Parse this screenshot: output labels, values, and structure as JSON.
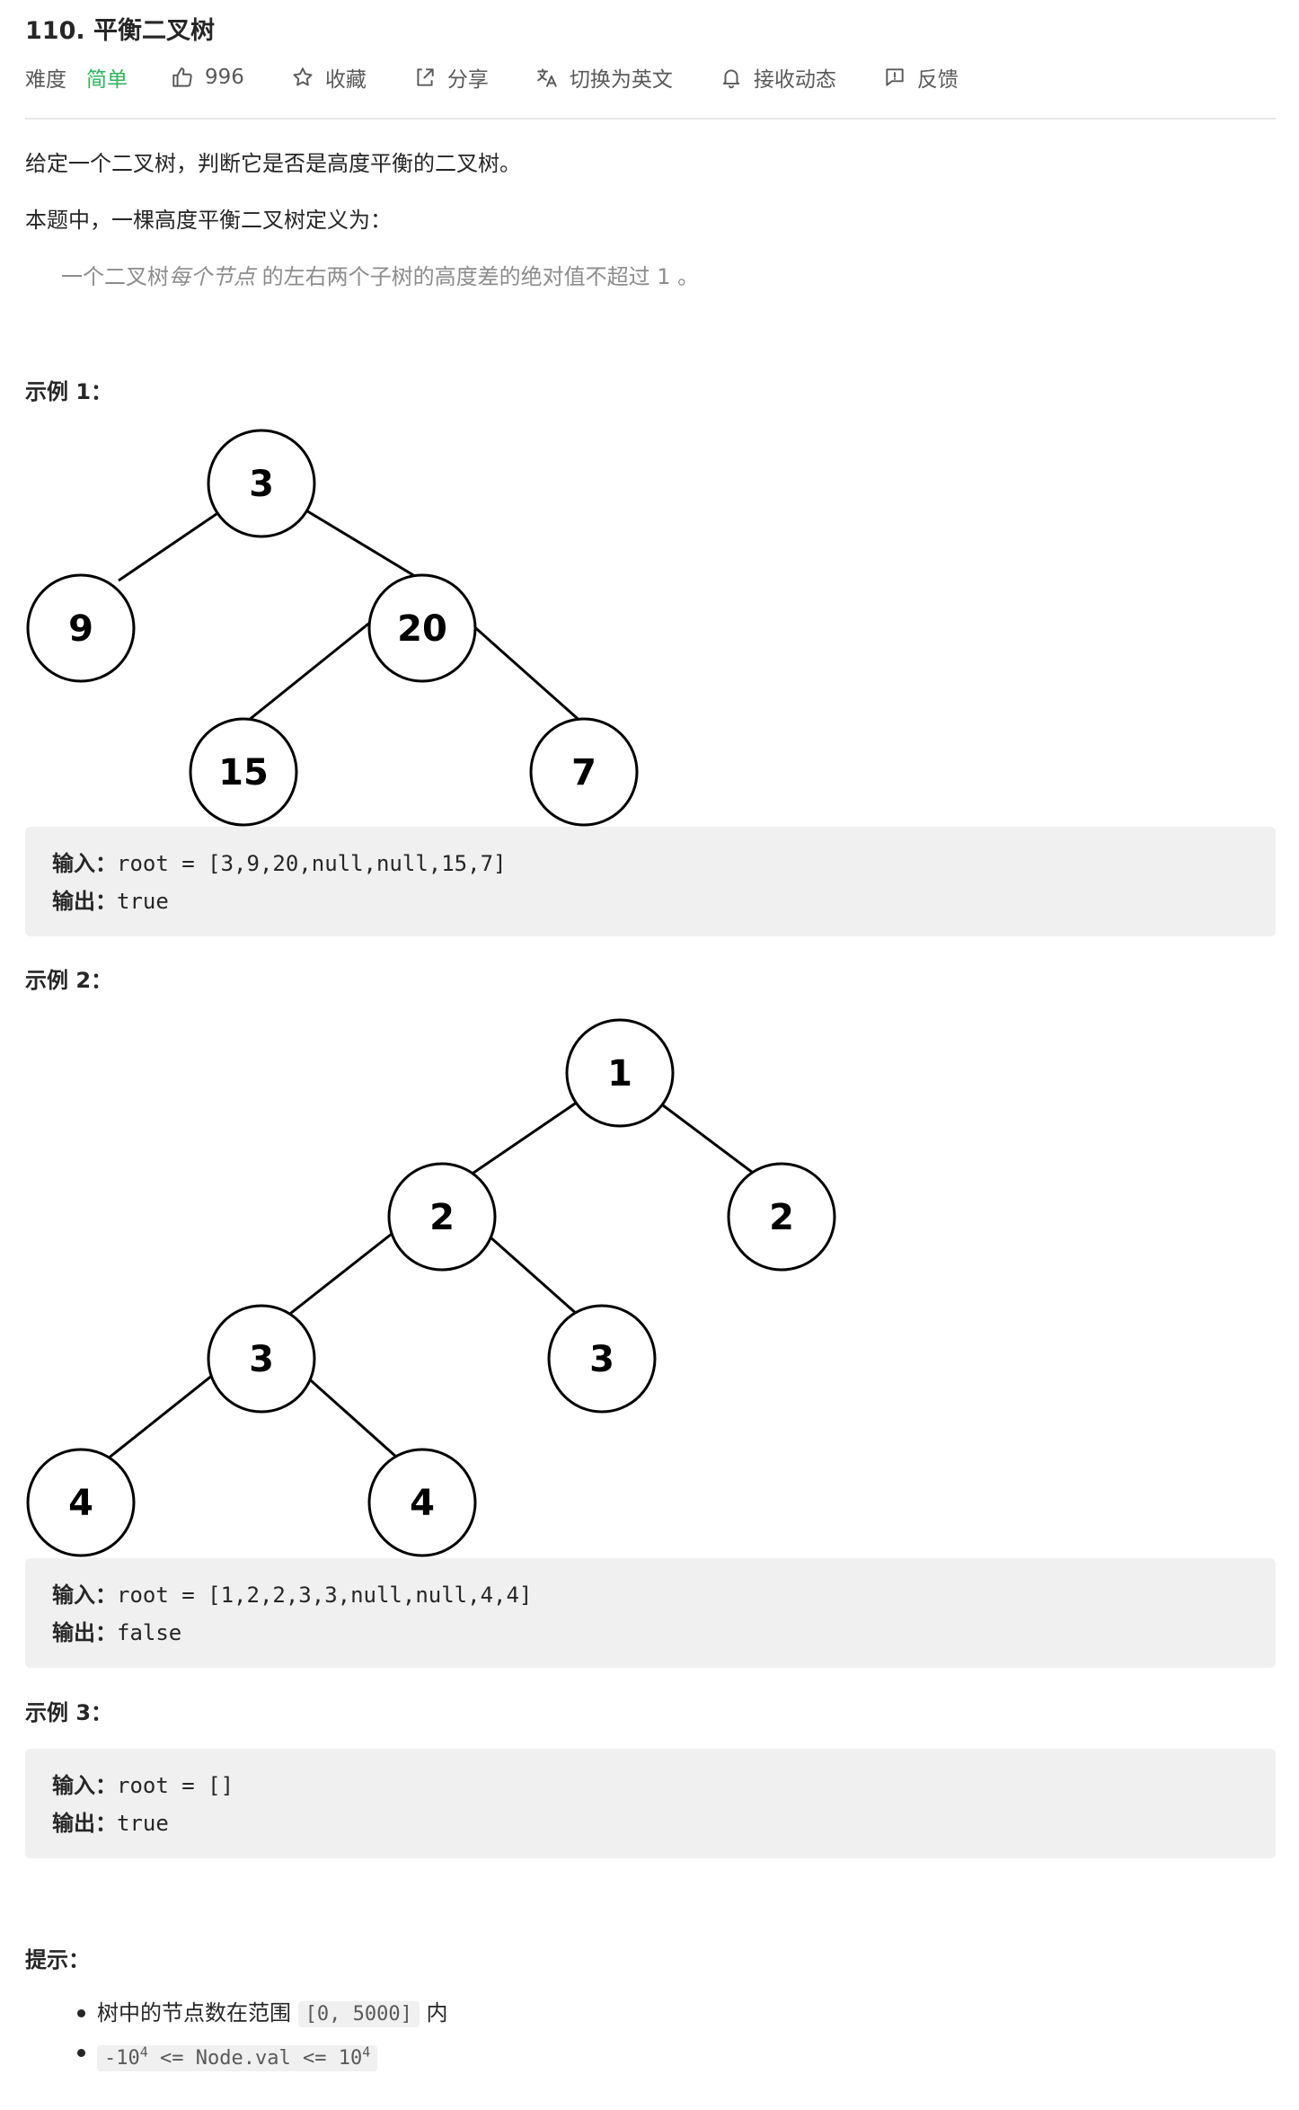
{
  "header": {
    "title": "110. 平衡二叉树",
    "difficulty_label": "难度",
    "difficulty_value": "简单",
    "likes": "996",
    "favorite_label": "收藏",
    "share_label": "分享",
    "switch_lang_label": "切换为英文",
    "notify_label": "接收动态",
    "feedback_label": "反馈"
  },
  "colors": {
    "difficulty_easy": "#2db55d",
    "code_bg": "#f0f0f0",
    "quote_text": "#8c8c8c"
  },
  "description": {
    "p1": "给定一个二叉树，判断它是否是高度平衡的二叉树。",
    "p2": "本题中，一棵高度平衡二叉树定义为：",
    "quote_before": "一个二叉树",
    "quote_em": "每个节点",
    "quote_after": " 的左右两个子树的高度差的绝对值不超过 1 。"
  },
  "examples": [
    {
      "title": "示例 1：",
      "tree_nodes": [
        "3",
        "9",
        "20",
        "15",
        "7"
      ],
      "input_label": "输入：",
      "input_value": "root = [3,9,20,null,null,15,7]",
      "output_label": "输出：",
      "output_value": "true"
    },
    {
      "title": "示例 2：",
      "tree_nodes": [
        "1",
        "2",
        "2",
        "3",
        "3",
        "4",
        "4"
      ],
      "input_label": "输入：",
      "input_value": "root = [1,2,2,3,3,null,null,4,4]",
      "output_label": "输出：",
      "output_value": "false"
    },
    {
      "title": "示例 3：",
      "input_label": "输入：",
      "input_value": "root = []",
      "output_label": "输出：",
      "output_value": "true"
    }
  ],
  "hints": {
    "title": "提示：",
    "h1_before": "树中的节点数在范围 ",
    "h1_code": "[0, 5000]",
    "h1_after": " 内",
    "h2_a": "-10",
    "h2_exp1": "4",
    "h2_b": " <= Node.val <= 10",
    "h2_exp2": "4"
  }
}
